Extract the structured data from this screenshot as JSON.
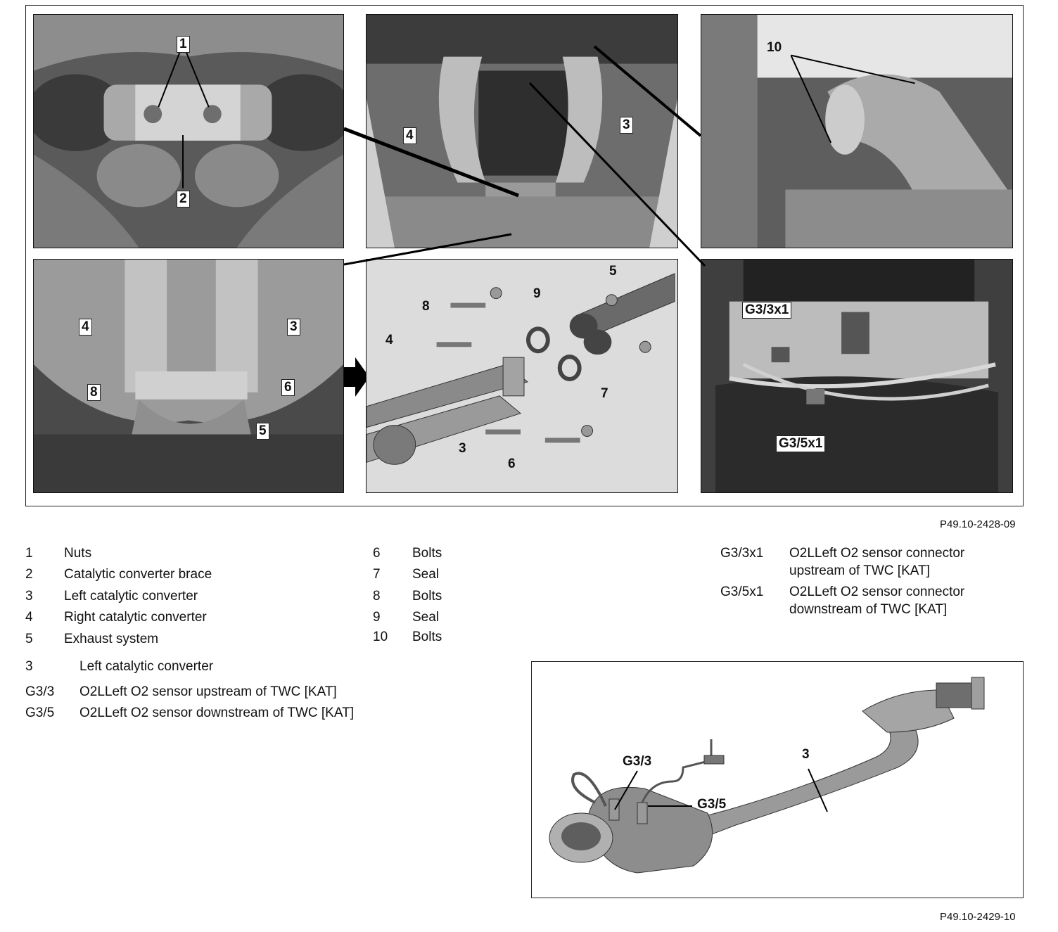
{
  "figure1": {
    "id": "P49.10-2428-09",
    "callouts": {
      "p1_nuts": "1",
      "p1_brace": "2",
      "p2_right": "4",
      "p2_left": "3",
      "p3_bolts": "10",
      "p4_right": "4",
      "p4_left": "3",
      "p4_bolts8": "8",
      "p4_bolts6": "6",
      "p4_exhaust": "5",
      "p5_exhaust": "5",
      "p5_seal9": "9",
      "p5_bolts8": "8",
      "p5_right": "4",
      "p5_seal7": "7",
      "p5_left": "3",
      "p5_bolts6": "6",
      "p6_upstream": "G3/3x1",
      "p6_downstream": "G3/5x1"
    }
  },
  "legend": {
    "col1": [
      {
        "num": "1",
        "text": "Nuts"
      },
      {
        "num": "2",
        "text": "Catalytic converter brace"
      },
      {
        "num": "3",
        "text": "Left catalytic converter"
      },
      {
        "num": "4",
        "text": "Right catalytic converter"
      },
      {
        "num": "5",
        "text": "Exhaust system"
      }
    ],
    "col2": [
      {
        "num": "6",
        "text": "Bolts"
      },
      {
        "num": "7",
        "text": "Seal"
      },
      {
        "num": "8",
        "text": "Bolts"
      },
      {
        "num": "9",
        "text": "Seal"
      },
      {
        "num": "10",
        "text": "Bolts"
      }
    ],
    "col3": [
      {
        "num": "G3/3x1",
        "line1": "O2LLeft O2 sensor connector",
        "line2": "upstream of TWC [KAT]"
      },
      {
        "num": "G3/5x1",
        "line1": "O2LLeft O2 sensor connector",
        "line2": "downstream of TWC [KAT]"
      }
    ]
  },
  "legend2": [
    {
      "num": "3",
      "text": "Left catalytic converter"
    },
    {
      "num": "G3/3",
      "text": "O2LLeft O2 sensor upstream of TWC [KAT]"
    },
    {
      "num": "G3/5",
      "text": "O2LLeft O2 sensor downstream of TWC [KAT]"
    }
  ],
  "figure2": {
    "id": "P49.10-2429-10",
    "callouts": {
      "left": "3",
      "up": "G3/3",
      "down": "G3/5"
    }
  }
}
